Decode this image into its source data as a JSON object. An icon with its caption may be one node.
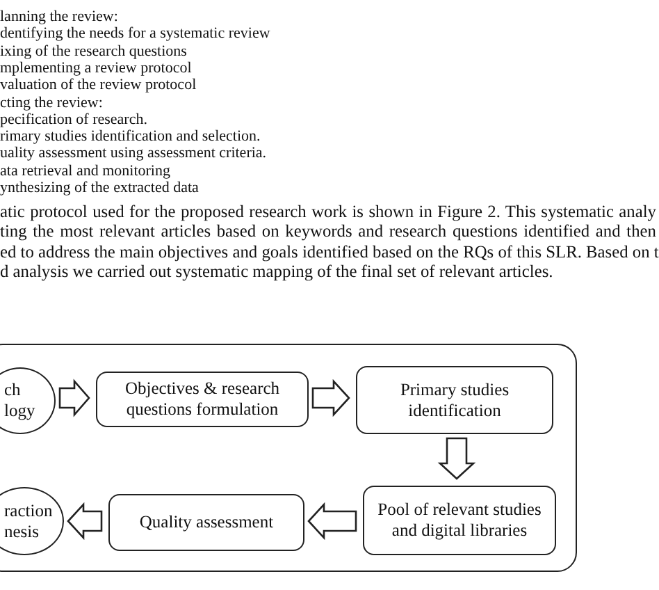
{
  "diagram": {
    "nodes": [
      {
        "text": [],
        "shape": "box"
      },
      {
        "text": [
          "ch logy"
        ],
        "in": 0
      },
      {
        "text": [
          "Objectives & research questions formulation"
        ],
        "in": 0
      },
      {
        "text": [
          "Primary studies identification"
        ],
        "in": 0
      },
      {
        "text": [
          "Pool of relevant studies and digital libraries"
        ],
        "in": 0
      },
      {
        "text": [
          "Quality assessment"
        ],
        "in": 0
      },
      {
        "text": [
          "raction nesis"
        ],
        "in": 0
      }
    ],
    "edges": [
      {
        "from": 1,
        "to": 2,
        "arrow": "to"
      },
      {
        "from": 2,
        "to": 3,
        "arrow": "to"
      },
      {
        "from": 3,
        "to": 4,
        "arrow": "to"
      },
      {
        "from": 4,
        "to": 5,
        "arrow": "to"
      },
      {
        "from": 5,
        "to": 6,
        "arrow": "to"
      }
    ],
    "labels": [
      "lanning the review:",
      "dentifying the needs for a systematic review",
      "ixing of the research questions",
      "mplementing a review protocol",
      "valuation of the review protocol",
      "cting the review:",
      "pecification of research.",
      "rimary studies identification and selection.",
      "uality assessment using assessment criteria.",
      "ata retrieval and monitoring",
      "ynthesizing of the extracted data",
      "atic protocol used for the proposed research work is shown in Figure 2. This systematic analy",
      "ting the most relevant articles based on keywords and research questions identified and then",
      "ed to address the main objectives and goals identified based on the RQs of this SLR. Based on t",
      "d analysis we carried out systematic mapping of the final set of relevant articles."
    ]
  }
}
